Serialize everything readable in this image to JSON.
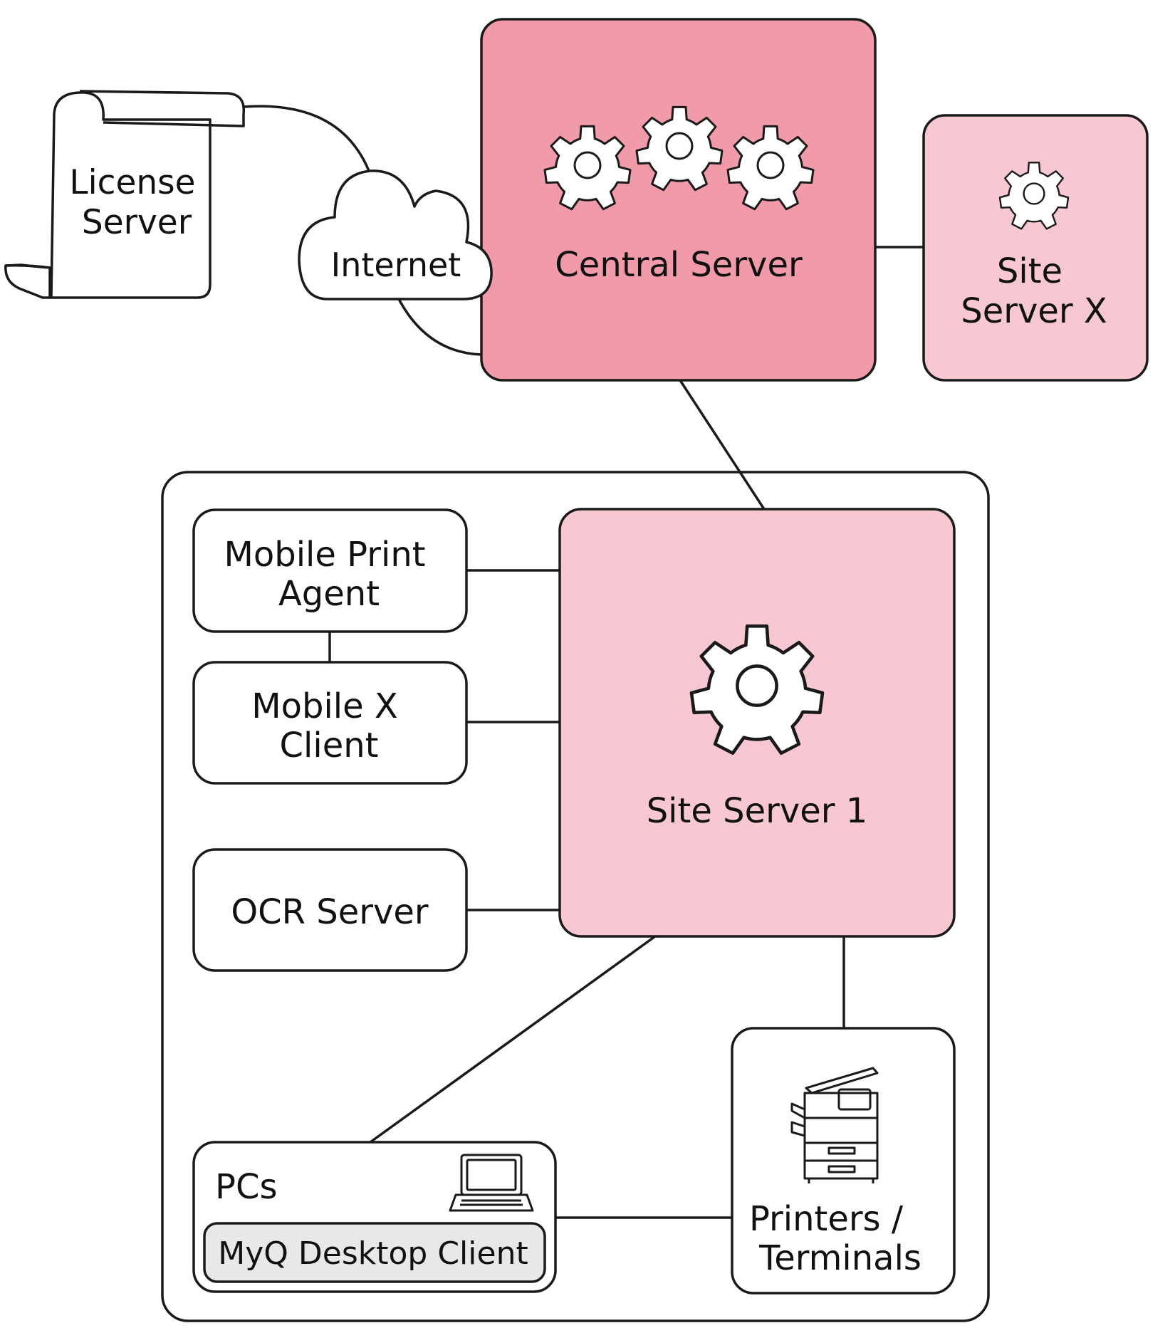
{
  "nodes": {
    "license_server": {
      "line1": "License",
      "line2": "Server"
    },
    "internet": {
      "label": "Internet"
    },
    "central_server": {
      "label": "Central Server"
    },
    "site_server_x": {
      "line1": "Site",
      "line2": "Server X"
    },
    "mobile_print_agent": {
      "line1": "Mobile Print",
      "line2": "Agent"
    },
    "mobile_x_client": {
      "line1": "Mobile X",
      "line2": "Client"
    },
    "ocr_server": {
      "label": "OCR Server"
    },
    "site_server_1": {
      "label": "Site Server 1"
    },
    "pcs": {
      "label": "PCs",
      "client": "MyQ Desktop Client"
    },
    "printers": {
      "line1": "Printers /",
      "line2": "Terminals"
    }
  },
  "colors": {
    "central_fill": "#f19aa9",
    "site_fill": "#f7c8d2",
    "client_fill": "#e8e8e8",
    "stroke": "#1a1a1a"
  },
  "icons": [
    "gear-icon",
    "cloud-icon",
    "scroll-icon",
    "laptop-icon",
    "printer-icon"
  ]
}
